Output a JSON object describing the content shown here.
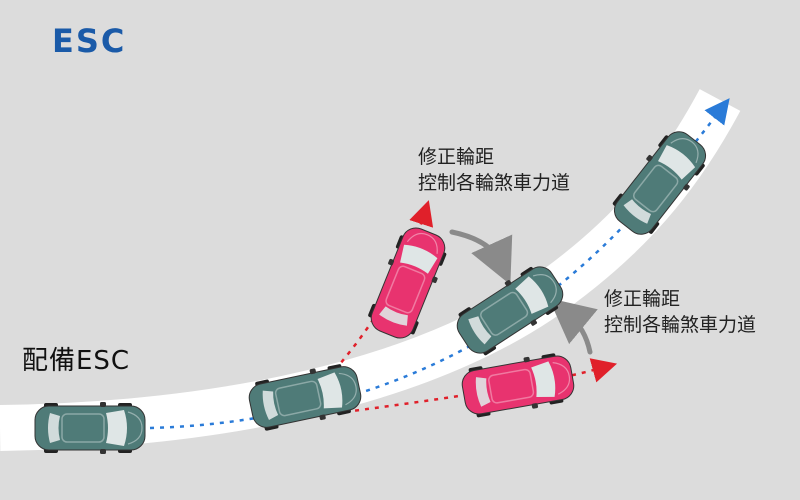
{
  "title": "ESC",
  "equipped_label": "配備ESC",
  "correction_upper": {
    "line1": "修正輪距",
    "line2": "控制各輪煞車力道"
  },
  "correction_lower": {
    "line1": "修正輪距",
    "line2": "控制各輪煞車力道"
  },
  "colors": {
    "background": "#dcdcdc",
    "road": "#ffffff",
    "title": "#1a5aa8",
    "esc_car": "#4f7b78",
    "skid_car": "#e8336f",
    "path_blue": "#2a7bd8",
    "path_red": "#e0202a",
    "arrow_gray": "#8a8a8a"
  },
  "icons": [
    "car-icon",
    "curved-arrow-icon",
    "direction-arrow-icon"
  ]
}
